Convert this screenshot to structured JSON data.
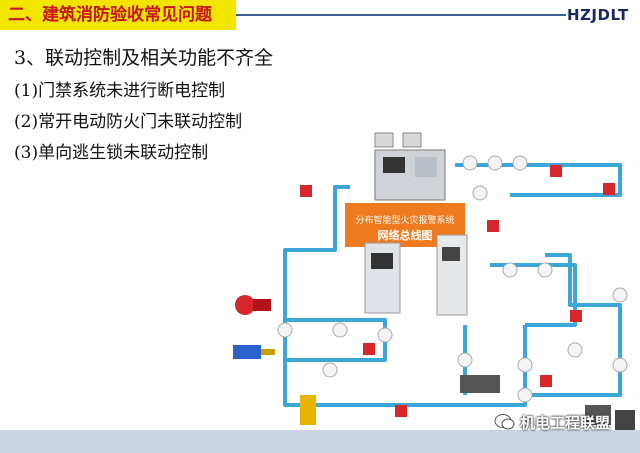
{
  "header": {
    "section_title": "二、建筑消防验收常见问题",
    "logo_text": "HZJDLT",
    "accent_color": "#f2e600",
    "title_color": "#c8141e"
  },
  "content": {
    "heading": "3、联动控制及相关功能不齐全",
    "items": [
      "(1)门禁系统未进行断电控制",
      "(2)常开电动防火门未联动控制",
      "(3)单向逃生锁未联动控制"
    ]
  },
  "diagram": {
    "caption_line1": "分布智能型火灾报警系统",
    "caption_line2": "网络总线图",
    "pipe_color": "#3aa7d8",
    "caption_bg": "#f07a1e"
  },
  "watermark": {
    "text": "机电工程联盟",
    "icon": "wechat-icon"
  }
}
